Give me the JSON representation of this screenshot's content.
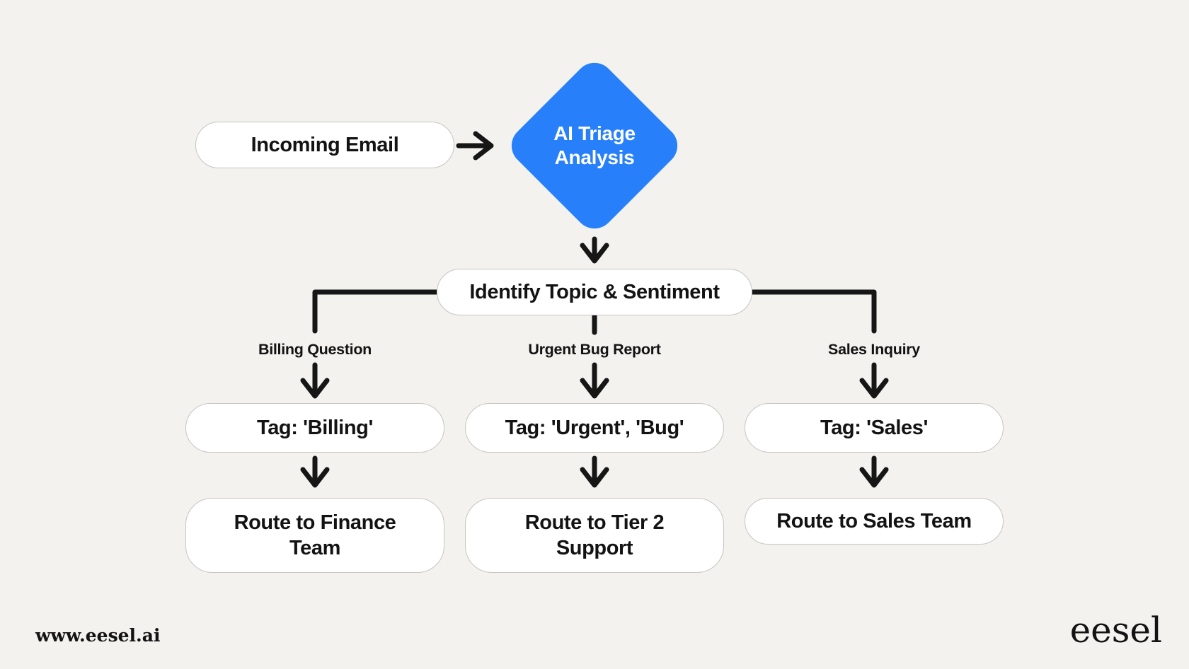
{
  "colors": {
    "background": "#F4F2EF",
    "accent_blue": "#2780F9",
    "line": "#161616"
  },
  "flow": {
    "start": {
      "label": "Incoming Email"
    },
    "decision": {
      "label": "AI Triage Analysis"
    },
    "step": {
      "label": "Identify Topic & Sentiment"
    },
    "branches": [
      {
        "condition": "Billing Question",
        "tag": "Tag: 'Billing'",
        "route": "Route to Finance Team"
      },
      {
        "condition": "Urgent Bug Report",
        "tag": "Tag: 'Urgent', 'Bug'",
        "route": "Route to Tier 2 Support"
      },
      {
        "condition": "Sales Inquiry",
        "tag": "Tag: 'Sales'",
        "route": "Route to Sales Team"
      }
    ]
  },
  "footer": {
    "website": "www.eesel.ai",
    "brand": "eesel"
  }
}
